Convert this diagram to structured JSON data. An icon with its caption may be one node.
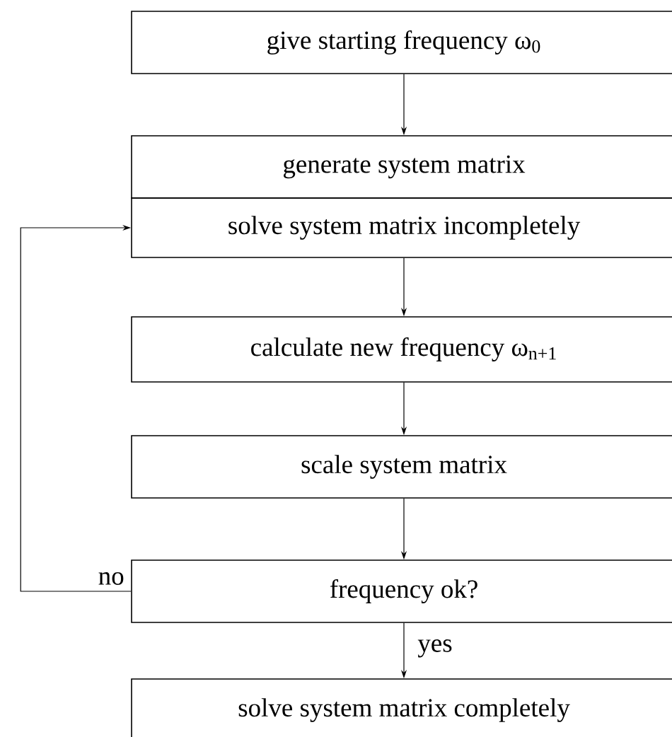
{
  "diagram": {
    "nodes": [
      {
        "text": [
          "give starting frequency ω$_{0}$"
        ]
      },
      {
        "text": [
          "generate system matrix"
        ]
      },
      {
        "text": [
          "solve system matrix incompletely"
        ]
      },
      {
        "text": [
          "calculate new frequency ω$_{n+1}$"
        ]
      },
      {
        "text": [
          "scale system matrix"
        ]
      },
      {
        "text": [
          "frequency ok?"
        ]
      },
      {
        "text": [
          "solve system matrix completely"
        ]
      }
    ],
    "edges": [
      {
        "from": 0,
        "to": 1,
        "arrow": "to"
      },
      {
        "from": 2,
        "to": 3,
        "arrow": "to"
      },
      {
        "from": 3,
        "to": 4,
        "arrow": "to"
      },
      {
        "from": 4,
        "to": 5,
        "arrow": "to"
      },
      {
        "from": 5,
        "to": 6,
        "arrow": "to",
        "label": "yes"
      },
      {
        "from": 5,
        "to": 2,
        "arrow": "to",
        "label": "no"
      }
    ]
  }
}
